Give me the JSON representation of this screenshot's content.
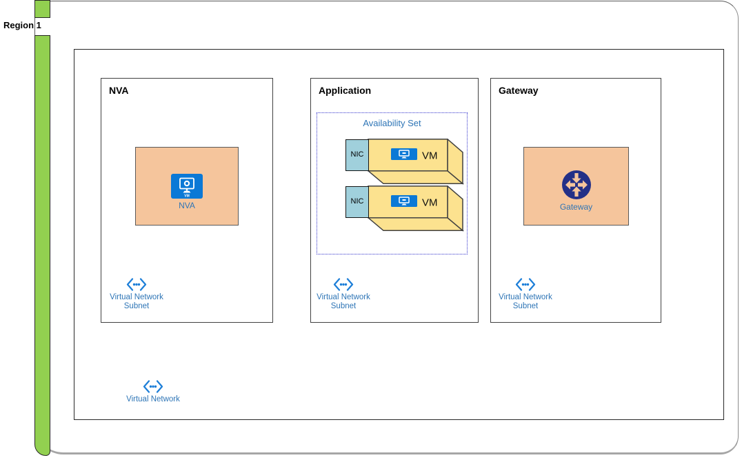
{
  "region": {
    "label": "Region 1"
  },
  "vnet": {
    "label": "Virtual Network"
  },
  "boxes": {
    "nva": {
      "title": "NVA",
      "resource_label": "NVA",
      "vm_badge": "VM",
      "subnet_label": "Virtual Network Subnet"
    },
    "application": {
      "title": "Application",
      "availability_set": "Availability Set",
      "vms": [
        {
          "nic": "NIC",
          "label": "VM"
        },
        {
          "nic": "NIC",
          "label": "VM"
        }
      ],
      "subnet_label": "Virtual Network Subnet"
    },
    "gateway": {
      "title": "Gateway",
      "resource_label": "Gateway",
      "subnet_label": "Virtual Network Subnet"
    }
  },
  "icons": {
    "region_accent_bar": "region-accent-bar",
    "nva_resource": "vm-monitor-icon",
    "application_vm": "vm-monitor-icon",
    "gateway_resource": "gateway-arrows-icon",
    "subnet": "angle-brackets-dots-icon",
    "vnet": "angle-brackets-dots-icon"
  },
  "colors": {
    "region_accent": "#92D050",
    "resource_fill": "#F5C59C",
    "vm_fill": "#FCE28F",
    "nic_fill": "#A0D0DC",
    "azure_blue": "#0B79D6",
    "icon_blue": "#1E7FD8",
    "label_blue": "#2E75B6",
    "availability_border": "#3333CC",
    "gateway_navy": "#233087"
  }
}
